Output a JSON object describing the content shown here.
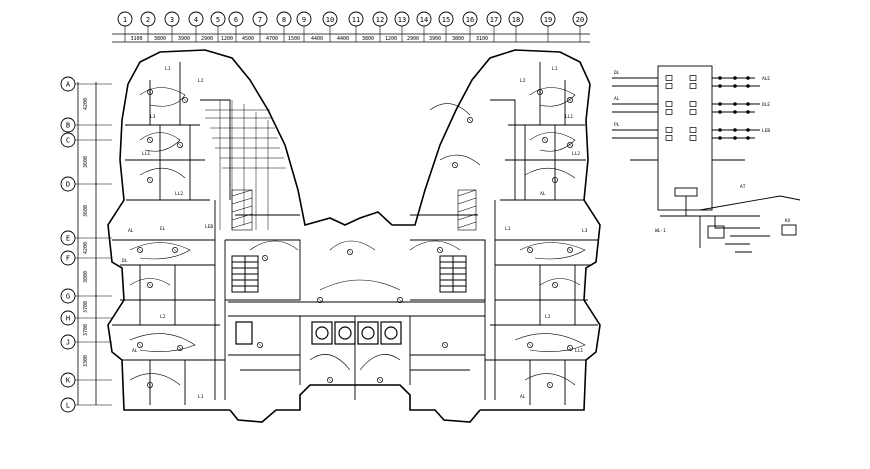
{
  "grid_top": [
    "1",
    "2",
    "3",
    "4",
    "5",
    "6",
    "7",
    "8",
    "9",
    "10",
    "11",
    "12",
    "13",
    "14",
    "15",
    "16",
    "17",
    "18",
    "19",
    "20"
  ],
  "dim_top": [
    "3100",
    "3800",
    "3900",
    "2900",
    "1200",
    "4500",
    "4700",
    "1500",
    "4400",
    "4400",
    "3800",
    "1200",
    "2900",
    "3900",
    "3800",
    "3100"
  ],
  "grid_left": [
    "A",
    "B",
    "C",
    "D",
    "E",
    "F",
    "G",
    "H",
    "J",
    "K",
    "L"
  ],
  "dim_left": [
    "4200",
    "3600",
    "3600",
    "4200",
    "3800",
    "3700",
    "3700",
    "3300"
  ],
  "room_tags": [
    "L1",
    "L2",
    "L3",
    "LL1",
    "LL2",
    "AL",
    "EL",
    "LEB",
    "DL",
    "L1",
    "L2",
    "LL1",
    "LL2",
    "AL",
    "L3",
    "L1",
    "L2",
    "AL",
    "L1",
    "L2",
    "LL1",
    "AL"
  ],
  "riser": {
    "labels": [
      "DL",
      "AL",
      "PL",
      "ALE",
      "DLE",
      "LEB",
      "AT",
      "KX"
    ],
    "note": "WL-1"
  }
}
